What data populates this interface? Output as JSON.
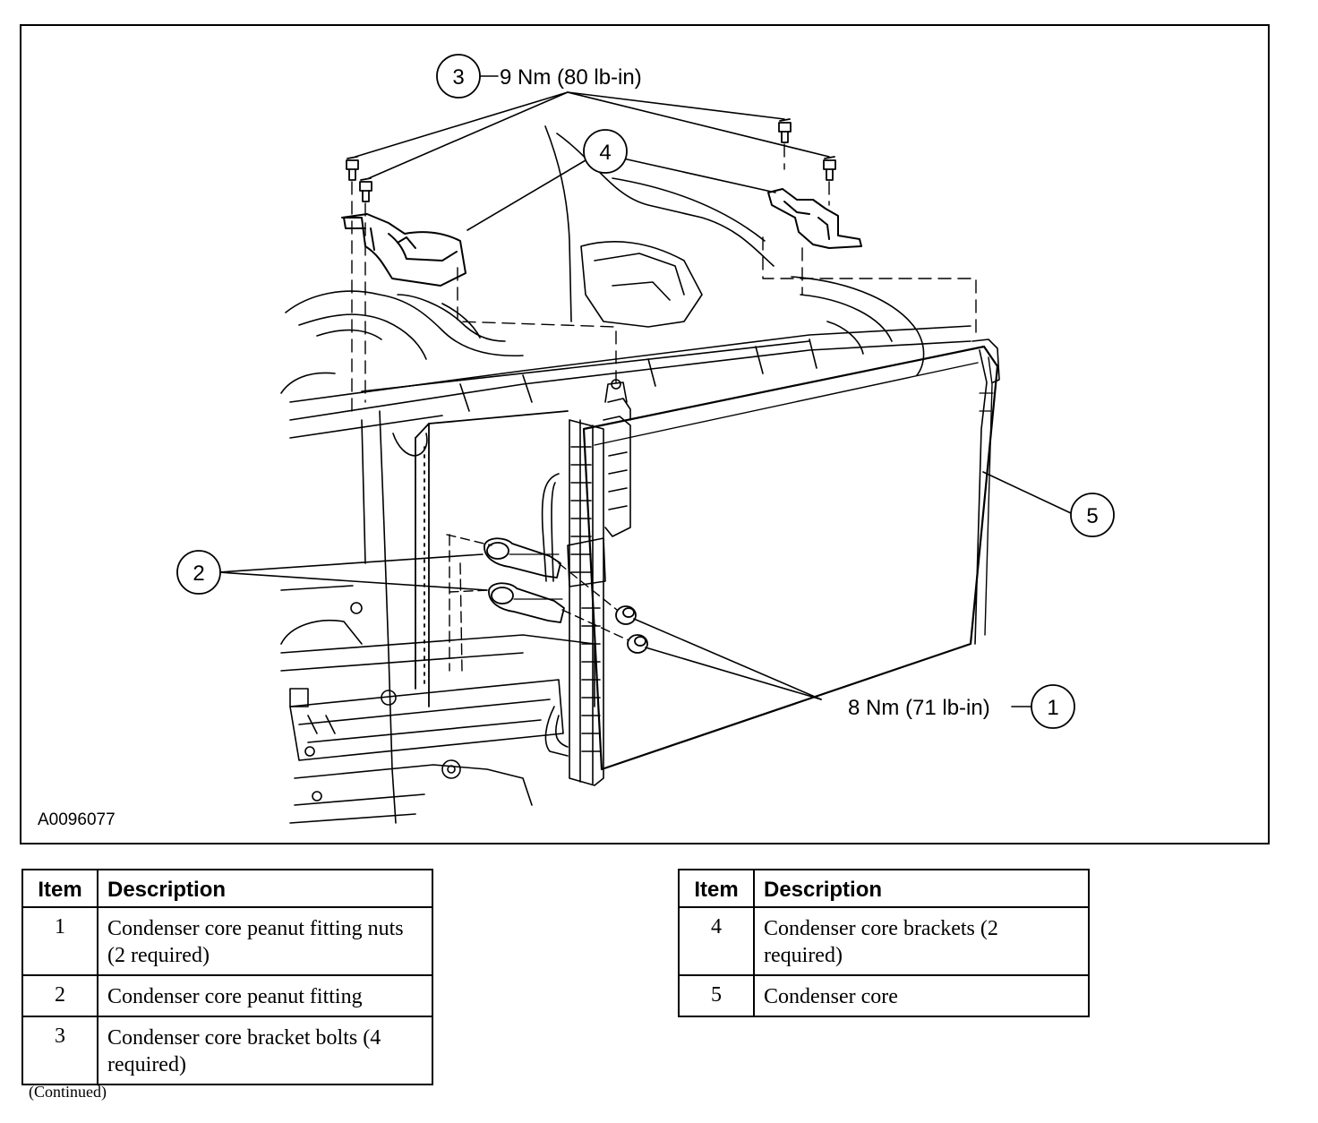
{
  "figure": {
    "id": "A0096077",
    "callouts": [
      {
        "num": "1",
        "torque": "8 Nm (71 lb-in)"
      },
      {
        "num": "2"
      },
      {
        "num": "3",
        "torque": "9 Nm (80 lb-in)"
      },
      {
        "num": "4"
      },
      {
        "num": "5"
      }
    ]
  },
  "tables": {
    "header_item": "Item",
    "header_description": "Description",
    "left": [
      {
        "item": "1",
        "description": "Condenser core peanut fitting nuts (2 required)"
      },
      {
        "item": "2",
        "description": "Condenser core peanut fitting"
      },
      {
        "item": "3",
        "description": "Condenser core bracket bolts (4 required)"
      }
    ],
    "right": [
      {
        "item": "4",
        "description": "Condenser core brackets (2 required)"
      },
      {
        "item": "5",
        "description": "Condenser core"
      }
    ]
  },
  "footer": {
    "continued": "(Continued)"
  }
}
